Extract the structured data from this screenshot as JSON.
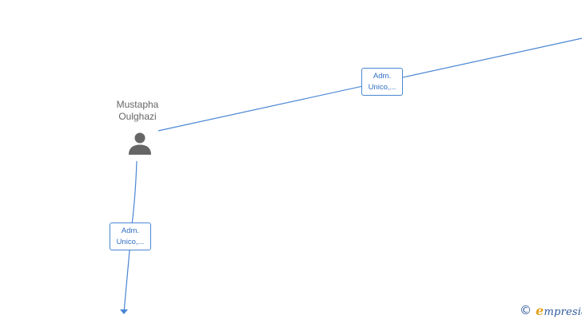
{
  "nodes": {
    "person": {
      "name": "Mustapha\nOulghazi",
      "icon": "person-icon"
    }
  },
  "edges": [
    {
      "label": "Adm.\nUnico,..."
    },
    {
      "label": "Adm.\nUnico,..."
    }
  ],
  "watermark": {
    "symbol": "©",
    "brand_initial": "e",
    "brand_rest": "mpresia"
  },
  "colors": {
    "edge": "#4a86d4",
    "icon": "#666666",
    "brand_accent": "#e0a21a"
  }
}
